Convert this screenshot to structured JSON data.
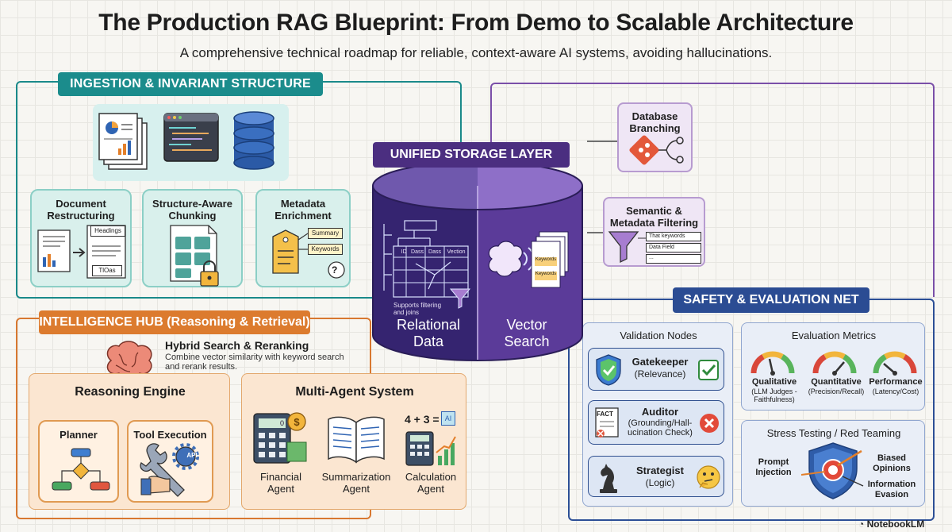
{
  "header": {
    "title": "The Production RAG Blueprint: From Demo to Scalable Architecture",
    "subtitle": "A comprehensive technical roadmap for reliable, context-aware AI systems, avoiding hallucinations."
  },
  "ingestion": {
    "banner": "INGESTION & INVARIANT STRUCTURE",
    "cards": [
      {
        "title_line1": "Document",
        "title_line2": "Restructuring",
        "tags": [
          "Headings",
          "TlOas"
        ]
      },
      {
        "title_line1": "Structure-Aware",
        "title_line2": "Chunking"
      },
      {
        "title_line1": "Metadata",
        "title_line2": "Enrichment",
        "tags": [
          "Summary",
          "Keywords"
        ]
      }
    ]
  },
  "storage": {
    "banner": "UNIFIED STORAGE LAYER",
    "relational_line1": "Relational",
    "relational_line2": "Data",
    "vector_line1": "Vector",
    "vector_line2": "Search",
    "table_headers": [
      "ID",
      "Dass",
      "Dass",
      "Vection"
    ],
    "note_line1": "Supports filtering",
    "note_line2": "and joins",
    "chips": [
      "Keywords",
      "Keywords"
    ]
  },
  "branching": {
    "line1": "Database",
    "line2": "Branching"
  },
  "filtering": {
    "line1": "Semantic &",
    "line2": "Metadata Filtering",
    "tags": [
      "That keywords",
      "Data Field",
      "..."
    ]
  },
  "safety": {
    "banner": "SAFETY & EVALUATION NET",
    "validation_title": "Validation Nodes",
    "nodes": [
      {
        "name": "Gatekeeper",
        "detail": "(Relevance)"
      },
      {
        "name": "Auditor",
        "detail_line1": "(Grounding/Hall-",
        "detail_line2": "ucination Check)",
        "badge": "FACT"
      },
      {
        "name": "Strategist",
        "detail": "(Logic)"
      }
    ],
    "metrics_title": "Evaluation Metrics",
    "metrics": [
      {
        "name": "Qualitative",
        "detail_line1": "(LLM Judges -",
        "detail_line2": "Faithfulness)"
      },
      {
        "name": "Quantitative",
        "detail_line1": "(Precision/Recall)",
        "detail_line2": ""
      },
      {
        "name": "Performance",
        "detail_line1": "(Latency/Cost)",
        "detail_line2": ""
      }
    ],
    "stress_title": "Stress Testing / Red Teaming",
    "stress_left_line1": "Prompt",
    "stress_left_line2": "Injection",
    "stress_right1_line1": "Biased",
    "stress_right1_line2": "Opinions",
    "stress_right2_line1": "Information",
    "stress_right2_line2": "Evasion"
  },
  "intelligence": {
    "banner": "INTELLIGENCE HUB (Reasoning & Retrieval)",
    "hybrid_title": "Hybrid Search & Reranking",
    "hybrid_line1": "Combine vector similarity with keyword search",
    "hybrid_line2": "and rerank results.",
    "reasoning_title": "Reasoning Engine",
    "planner": "Planner",
    "tool": "Tool Execution",
    "api_label": "API",
    "multi_title": "Multi-Agent System",
    "agents": [
      {
        "line1": "Financial",
        "line2": "Agent"
      },
      {
        "line1": "Summarization",
        "line2": "Agent"
      },
      {
        "line1": "Calculation",
        "line2": "Agent"
      }
    ],
    "calc_expr": "4 + 3 =",
    "calc_screen": "0",
    "calc_answer": "AI"
  },
  "footer": {
    "brand": "NotebookLM"
  }
}
